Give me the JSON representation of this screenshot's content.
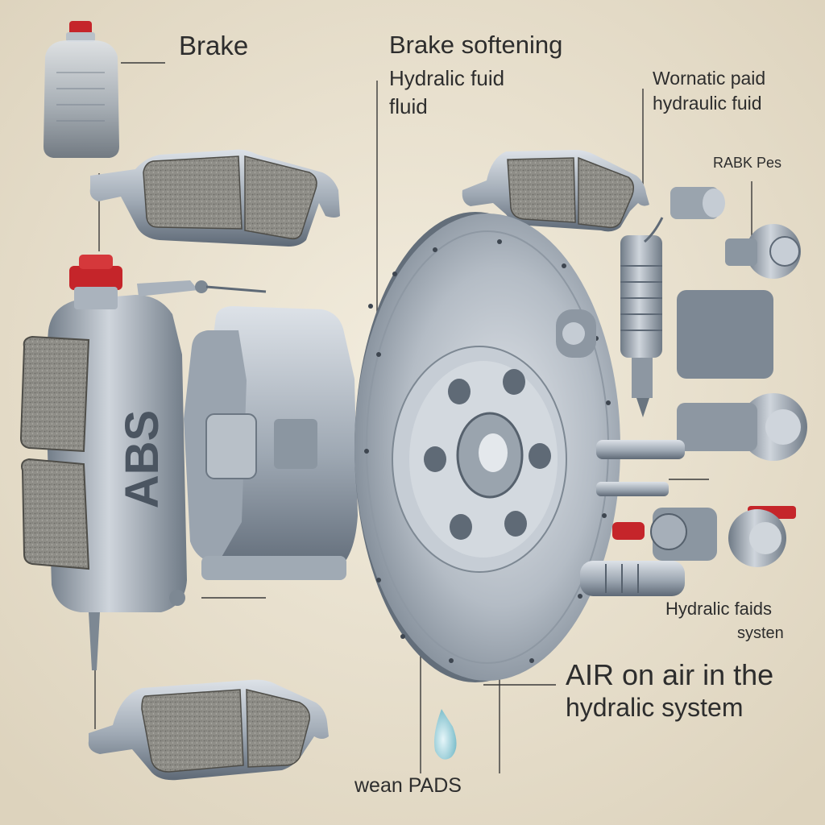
{
  "labels": {
    "brake": "Brake",
    "softening": "Brake softening",
    "hydraulic_fluid_1": "Hydralic fuid",
    "fluid": "fluid",
    "wornatic_paid": "Wornatic paid",
    "hydraulic_fluid_2": "hydraulic fuid",
    "rabk_pes": "RABK Pes",
    "hydraulic_faids": "Hydralic faids",
    "system": "systen",
    "air_on_air": "AIR on air in the",
    "hydraulic_system": "hydralic system",
    "wean_pads": "wean PADS",
    "abs_caliper": "ABS"
  },
  "colors": {
    "background": "#ece4d3",
    "metal": "#8f9aa6",
    "metal_light": "#c5ccd4",
    "metal_dark": "#4f5a66",
    "pad_friction": "#8a8a85",
    "red_cap": "#c5252a",
    "fluid_drop": "#9fd3dc",
    "label_text": "#2d2d2d",
    "leader_line": "#3a3a3a"
  }
}
